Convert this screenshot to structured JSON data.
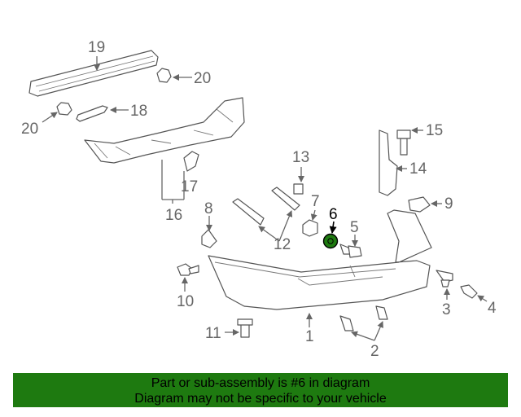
{
  "diagram": {
    "callouts": [
      "19",
      "20",
      "20",
      "18",
      "16",
      "17",
      "13",
      "15",
      "14",
      "8",
      "7",
      "6",
      "5",
      "12",
      "9",
      "10",
      "3",
      "4",
      "11",
      "1",
      "2"
    ],
    "highlight_part": "6",
    "colors": {
      "highlight_fill": "#1e7a10",
      "banner_bg": "#1e7a10",
      "line": "#555555"
    }
  },
  "banner": {
    "line1": "Part or sub-assembly is #6 in diagram",
    "line2": "Diagram may not be specific to your vehicle"
  }
}
